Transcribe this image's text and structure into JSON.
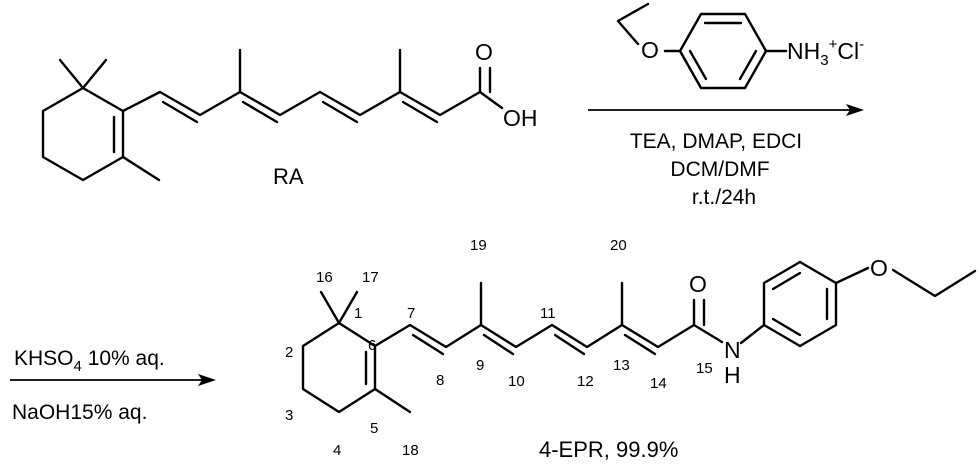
{
  "compounds": {
    "reactant_label": "RA",
    "product_label": "4-EPR, 99.9%"
  },
  "atoms": {
    "carbonyl_o": "O",
    "hydroxyl": "OH",
    "ether_o": "O",
    "amine": "NH",
    "amine_sub": "3",
    "amine_sup": "+",
    "chloride": "Cl",
    "chloride_sup": "-",
    "product_carbonyl_o": "O",
    "amide_n": "N",
    "amide_h": "H",
    "product_ether_o": "O"
  },
  "step1": {
    "conditions": [
      "TEA, DMAP, EDCI",
      "DCM/DMF",
      "r.t./24h"
    ]
  },
  "step2": {
    "line1_main": "KHSO",
    "line1_sub": "4",
    "line1_rest": " 10% aq.",
    "line2": "NaOH15% aq."
  },
  "numbering": {
    "n1": "1",
    "n2": "2",
    "n3": "3",
    "n4": "4",
    "n5": "5",
    "n6": "6",
    "n7": "7",
    "n8": "8",
    "n9": "9",
    "n10": "10",
    "n11": "11",
    "n12": "12",
    "n13": "13",
    "n14": "14",
    "n15": "15",
    "n16": "16",
    "n17": "17",
    "n18": "18",
    "n19": "19",
    "n20": "20"
  }
}
